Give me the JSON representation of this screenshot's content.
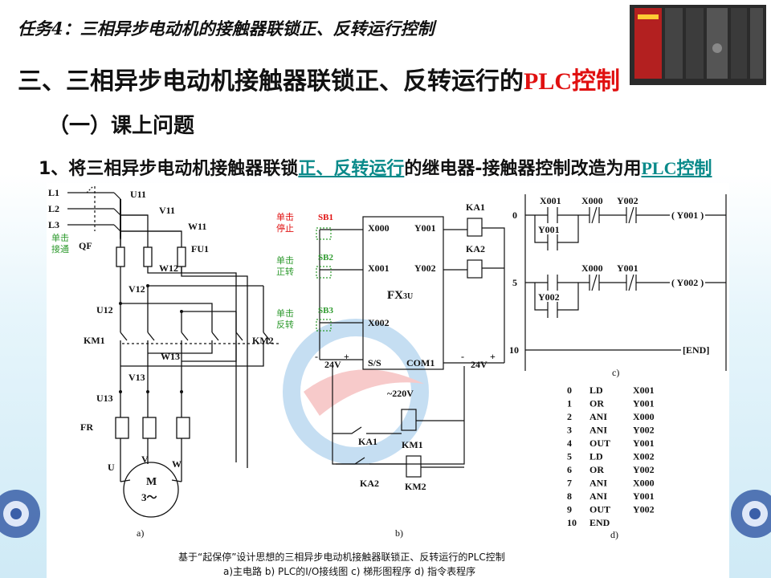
{
  "header": {
    "text": "任务4：三相异步电动机的接触器联锁正、反转运行控制"
  },
  "title": {
    "main": "三、三相异步电动机接触器联锁正、反转运行的",
    "highlight": "PLC控制"
  },
  "subtitle": "（一）课上问题",
  "task": {
    "prefix": "1、将三相异步电动机接触器联锁",
    "link1": "正、反转运行",
    "middle": "的继电器-接触器控制改造为用",
    "link2": "PLC控制"
  },
  "main_circuit": {
    "L1": "L1",
    "L2": "L2",
    "L3": "L3",
    "QF": "QF",
    "note1": "单击",
    "note2": "接通",
    "U11": "U11",
    "V11": "V11",
    "W11": "W11",
    "FU1": "FU1",
    "W12": "W12",
    "V12": "V12",
    "U12": "U12",
    "KM1": "KM1",
    "KM2": "KM2",
    "W13": "W13",
    "V13": "V13",
    "U13": "U13",
    "FR": "FR",
    "U": "U",
    "V": "V",
    "W": "W",
    "M": "M",
    "M3": "3～",
    "caption": "a)"
  },
  "io_wiring": {
    "sb1_note1": "单击",
    "sb1_note2": "停止",
    "SB1": "SB1",
    "sb2_note1": "单击",
    "sb2_note2": "正转",
    "SB2": "SB2",
    "sb3_note1": "单击",
    "sb3_note2": "反转",
    "SB3": "SB3",
    "X000": "X000",
    "X001": "X001",
    "X002": "X002",
    "SS": "S/S",
    "Y001": "Y001",
    "Y002": "Y002",
    "COM1": "COM1",
    "FX": "FX",
    "FXsub": "3U",
    "KA1": "KA1",
    "KA2": "KA2",
    "v24a": "24V",
    "v24b": "24V",
    "minus": "-",
    "plus": "+",
    "v220": "~220V",
    "KM1": "KM1",
    "KM2": "KM2",
    "caption": "b)"
  },
  "ladder": {
    "r0": "0",
    "r5": "5",
    "r10": "10",
    "X001": "X001",
    "X000": "X000",
    "Y002": "Y002",
    "Y001": "Y001",
    "out1": "( Y001 )",
    "out2": "( Y002 )",
    "end": "[END]",
    "caption": "c)"
  },
  "instructions": {
    "rows": [
      {
        "step": "0",
        "op": "LD",
        "arg": "X001"
      },
      {
        "step": "1",
        "op": "OR",
        "arg": "Y001"
      },
      {
        "step": "2",
        "op": "ANI",
        "arg": "X000"
      },
      {
        "step": "3",
        "op": "ANI",
        "arg": "Y002"
      },
      {
        "step": "4",
        "op": "OUT",
        "arg": "Y001"
      },
      {
        "step": "5",
        "op": "LD",
        "arg": "X002"
      },
      {
        "step": "6",
        "op": "OR",
        "arg": "Y002"
      },
      {
        "step": "7",
        "op": "ANI",
        "arg": "X000"
      },
      {
        "step": "8",
        "op": "ANI",
        "arg": "Y001"
      },
      {
        "step": "9",
        "op": "OUT",
        "arg": "Y002"
      },
      {
        "step": "10",
        "op": "END",
        "arg": ""
      }
    ],
    "caption": "d)"
  },
  "figure_caption": {
    "line1": "基于“起保停”设计思想的三相异步电动机接触器联锁正、反转运行的PLC控制",
    "line2": "a)主电路  b) PLC的I/O接线图  c) 梯形图程序  d) 指令表程序"
  },
  "colors": {
    "red": "#e01010",
    "green": "#2e9a2e",
    "link": "#0a8a8a"
  }
}
